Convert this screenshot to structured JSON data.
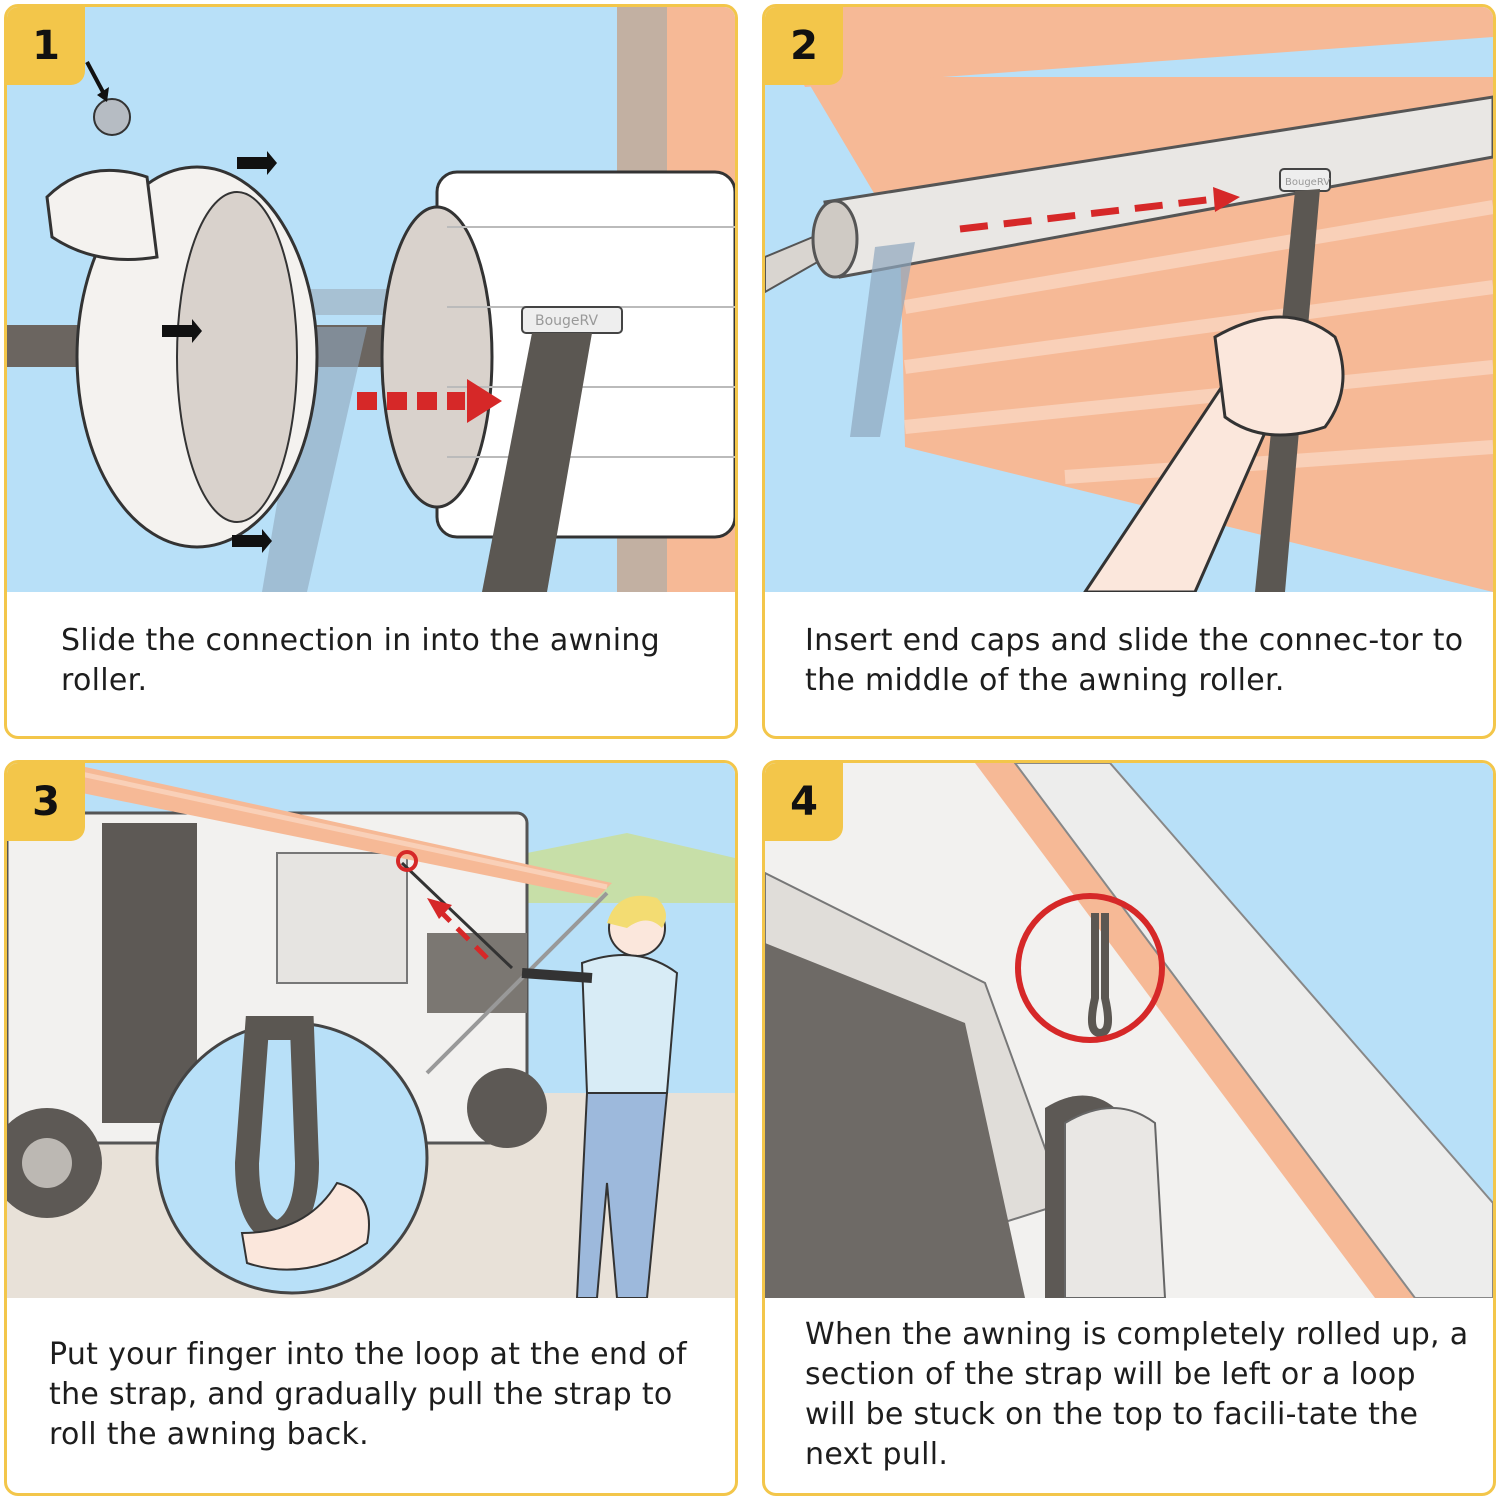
{
  "steps": [
    {
      "number": "1",
      "caption": "Slide the connection in into the awning roller.",
      "brand": "BougeRV"
    },
    {
      "number": "2",
      "caption": "Insert end caps and slide the connec-tor to the middle of the awning roller.",
      "brand": "BougeRV"
    },
    {
      "number": "3",
      "caption": "Put your finger into the loop at the end of the strap, and gradually pull the strap to roll the awning back."
    },
    {
      "number": "4",
      "caption": "When the awning is completely rolled up, a section of the strap will be left or a loop will be stuck on the top to facili-tate the next pull."
    }
  ],
  "colors": {
    "accent": "#f3c64a",
    "sky": "#b8e0f8",
    "awning": "#f6b996",
    "strap": "#5b5752",
    "arrow_red": "#d62828"
  }
}
